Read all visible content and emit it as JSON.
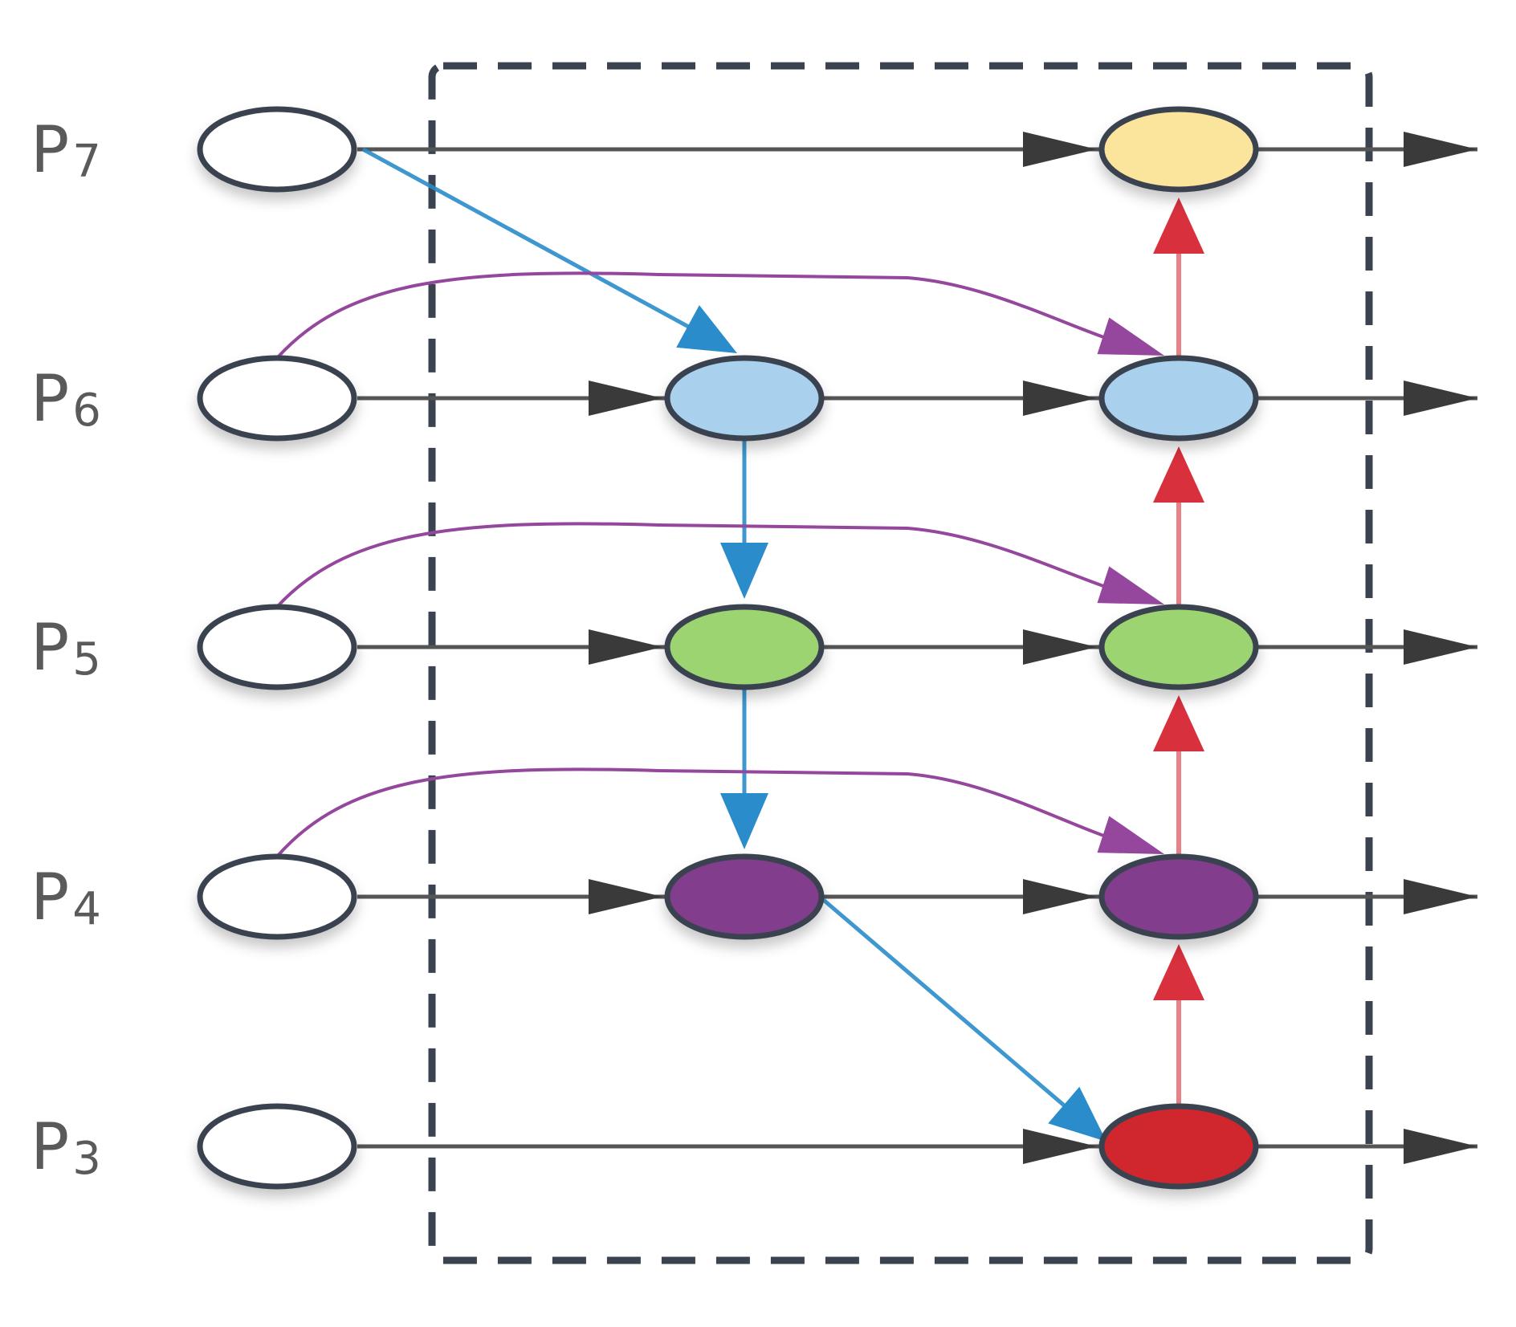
{
  "rows": [
    {
      "id": "p7",
      "label": "P",
      "sub": "7"
    },
    {
      "id": "p6",
      "label": "P",
      "sub": "6"
    },
    {
      "id": "p5",
      "label": "P",
      "sub": "5"
    },
    {
      "id": "p4",
      "label": "P",
      "sub": "4"
    },
    {
      "id": "p3",
      "label": "P",
      "sub": "3"
    }
  ],
  "colors": {
    "empty": "#ffffff",
    "yellow": "#fbe49c",
    "light_blue": "#a9d1ee",
    "green": "#9bd46f",
    "purple": "#823c8c",
    "red": "#d0262f",
    "timeline": "#555555",
    "blue_edge": "#2b8ccb",
    "red_edge": "#d8303c",
    "purple_edge": "#94479c",
    "box": "#3b4350"
  },
  "nodes": [
    {
      "row": "p7",
      "column": "initial",
      "color": "empty"
    },
    {
      "row": "p6",
      "column": "initial",
      "color": "empty"
    },
    {
      "row": "p5",
      "column": "initial",
      "color": "empty"
    },
    {
      "row": "p4",
      "column": "initial",
      "color": "empty"
    },
    {
      "row": "p3",
      "column": "initial",
      "color": "empty"
    },
    {
      "row": "p6",
      "column": "middle",
      "color": "light_blue"
    },
    {
      "row": "p5",
      "column": "middle",
      "color": "green"
    },
    {
      "row": "p4",
      "column": "middle",
      "color": "purple"
    },
    {
      "row": "p7",
      "column": "final",
      "color": "yellow"
    },
    {
      "row": "p6",
      "column": "final",
      "color": "light_blue"
    },
    {
      "row": "p5",
      "column": "final",
      "color": "green"
    },
    {
      "row": "p4",
      "column": "final",
      "color": "purple"
    },
    {
      "row": "p3",
      "column": "final",
      "color": "red"
    }
  ]
}
